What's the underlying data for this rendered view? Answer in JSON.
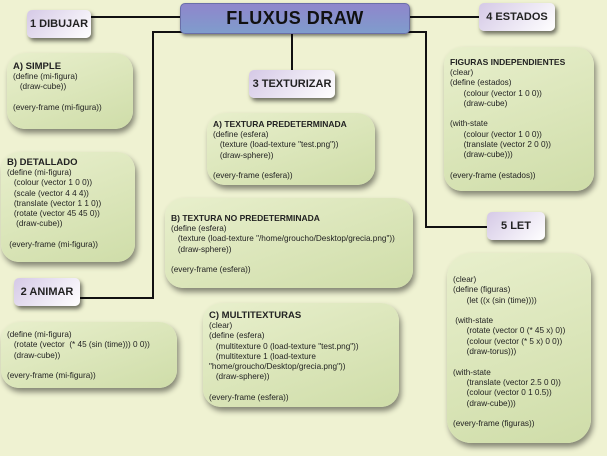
{
  "title": "FLUXUS DRAW",
  "sections": {
    "dibujar": {
      "label": "1 DIBUJAR",
      "simple": {
        "title": "A) SIMPLE",
        "code": "(define (mi-figura)\n   (draw-cube))\n\n(every-frame (mi-figura))"
      },
      "detallado": {
        "title": "B) DETALLADO",
        "code": "(define (mi-figura)\n   (colour (vector 1 0 0))\n   (scale (vector 4 4 4))\n   (translate (vector 1 1 0))\n   (rotate (vector 45 45 0))\n    (draw-cube))\n\n (every-frame (mi-figura))"
      }
    },
    "animar": {
      "label": "2 ANIMAR",
      "code": "(define (mi-figura)\n   (rotate (vector  (* 45 (sin (time))) 0 0))\n   (draw-cube))\n\n(every-frame (mi-figura))"
    },
    "texturizar": {
      "label": "3 TEXTURIZAR",
      "predeterminada": {
        "title": "A) TEXTURA PREDETERMINADA",
        "code": "(define (esfera)\n   (texture (load-texture \"test.png\"))\n   (draw-sphere))\n\n(every-frame (esfera))"
      },
      "no_predeterminada": {
        "title": "B) TEXTURA NO PREDETERMINADA",
        "code": "(define (esfera)\n   (texture (load-texture \"/home/groucho/Desktop/grecia.png\"))\n   (draw-sphere))\n\n(every-frame (esfera))"
      },
      "multitexturas": {
        "title": "C) MULTITEXTURAS",
        "code": "(clear)\n(define (esfera)\n   (multitexture 0 (load-texture \"test.png\"))\n   (multitexture 1 (load-texture\n\"home/groucho/Desktop/grecia.png\"))\n   (draw-sphere))\n\n(every-frame (esfera))"
      }
    },
    "estados": {
      "label": "4 ESTADOS",
      "title": "FIGURAS INDEPENDIENTES",
      "code": "(clear)\n(define (estados)\n      (colour (vector 1 0 0))\n      (draw-cube)\n\n(with-state\n      (colour (vector 1 0 0))\n      (translate (vector 2 0 0))\n      (draw-cube)))\n\n(every-frame (estados))"
    },
    "let": {
      "label": "5 LET",
      "code": "(clear)\n(define (figuras)\n      (let ((x (sin (time))))\n\n (with-state\n      (rotate (vector 0 (* 45 x) 0))\n      (colour (vector (* 5 x) 0 0))\n      (draw-torus)))\n\n(with-state\n      (translate (vector 2.5 0 0))\n      (colour (vector 0 1 0.5))\n      (draw-cube)))\n\n(every-frame (figuras))"
    }
  }
}
